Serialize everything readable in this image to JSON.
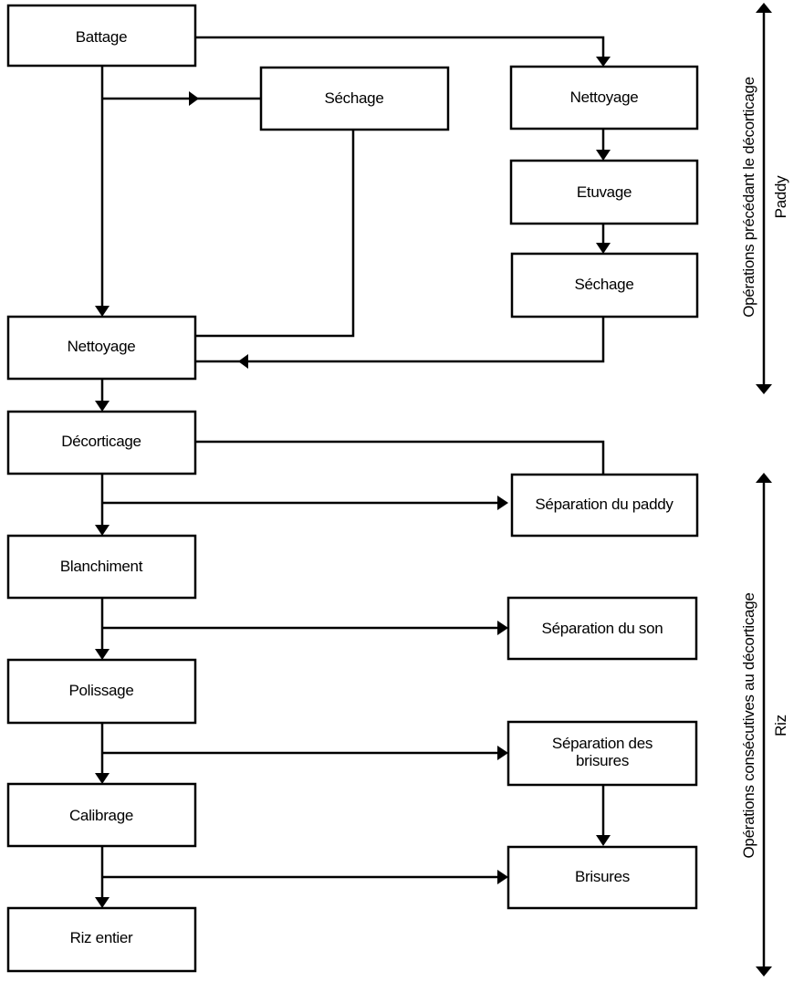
{
  "diagram": {
    "type": "flowchart",
    "colors": {
      "ink": "#000000",
      "background": "#ffffff"
    },
    "nodes": {
      "battage": "Battage",
      "sechage_1": "Séchage",
      "nettoyage_right": "Nettoyage",
      "etuvage": "Etuvage",
      "sechage_2": "Séchage",
      "nettoyage_main": "Nettoyage",
      "decorticage": "Décorticage",
      "separation_paddy": "Séparation du paddy",
      "blanchiment": "Blanchiment",
      "separation_son": "Séparation du son",
      "polissage": "Polissage",
      "separation_brisures_line1": "Séparation des",
      "separation_brisures_line2": "brisures",
      "calibrage": "Calibrage",
      "brisures": "Brisures",
      "riz_entier": "Riz entier"
    },
    "edges": [
      [
        "Battage",
        "Séchage (1)"
      ],
      [
        "Battage",
        "Nettoyage (right)"
      ],
      [
        "Battage",
        "Nettoyage (main)"
      ],
      [
        "Séchage (1)",
        "Nettoyage (main)"
      ],
      [
        "Nettoyage (right)",
        "Etuvage"
      ],
      [
        "Etuvage",
        "Séchage (2)"
      ],
      [
        "Séchage (2)",
        "Nettoyage (main)"
      ],
      [
        "Nettoyage (main)",
        "Décorticage"
      ],
      [
        "Décorticage",
        "Séparation du paddy"
      ],
      [
        "Décorticage",
        "Blanchiment"
      ],
      [
        "Séparation du paddy",
        "Décorticage (recycle)"
      ],
      [
        "Blanchiment",
        "Séparation du son"
      ],
      [
        "Blanchiment",
        "Polissage"
      ],
      [
        "Polissage",
        "Séparation des brisures"
      ],
      [
        "Polissage",
        "Calibrage"
      ],
      [
        "Séparation des brisures",
        "Brisures"
      ],
      [
        "Calibrage",
        "Brisures"
      ],
      [
        "Calibrage",
        "Riz entier"
      ]
    ],
    "side_ranges": {
      "top": {
        "label": "Opérations précédant le décorticage",
        "sublabel": "Paddy"
      },
      "bottom": {
        "label": "Opérations consécutives au décorticage",
        "sublabel": "Riz"
      }
    }
  }
}
